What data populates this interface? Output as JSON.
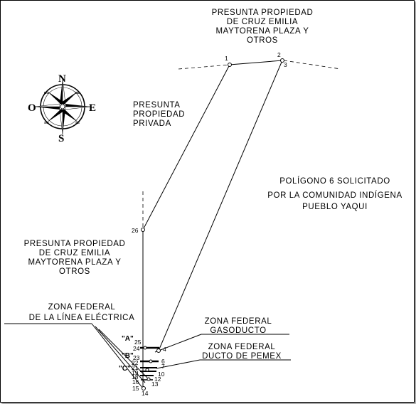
{
  "labels": {
    "top_property": [
      "PRESUNTA PROPIEDAD",
      "DE CRUZ EMILIA",
      "MAYTORENA PLAZA Y",
      "OTROS"
    ],
    "private_property": [
      "PRESUNTA",
      "PROPIEDAD",
      "PRIVADA"
    ],
    "polygon": [
      "POLÍGONO 6 SOLICITADO",
      "POR LA COMUNIDAD INDÍGENA",
      "PUEBLO YAQUI"
    ],
    "left_property": [
      "PRESUNTA PROPIEDAD",
      "DE CRUZ EMILIA",
      "MAYTORENA PLAZA Y",
      "OTROS"
    ],
    "electric_zone": [
      "ZONA FEDERAL",
      "DE LA LÍNEA ELÉCTRICA"
    ],
    "gas_zone": [
      "ZONA FEDERAL",
      "GASODUCTO"
    ],
    "pemex_zone": [
      "ZONA FEDERAL",
      "DUCTO DE PEMEX"
    ]
  },
  "zones": {
    "a": "\"A\"",
    "b": "\"B\"",
    "c": "\"C\""
  },
  "points": {
    "p1": "1",
    "p2": "2",
    "p3": "3",
    "p4": "4",
    "p6": "6",
    "p7": "7",
    "p10": "10",
    "p12": "12",
    "p13": "13",
    "p14": "14",
    "p15": "15",
    "p16": "16",
    "p18": "18",
    "p19": "19",
    "p21": "21",
    "p22": "22",
    "p23": "23",
    "p24": "24",
    "p25": "25",
    "p26": "26"
  },
  "compass": {
    "n": "N",
    "s": "S",
    "e": "E",
    "o": "O",
    "no": "NO",
    "ne": "NE",
    "so": "SO",
    "se": "SE"
  }
}
